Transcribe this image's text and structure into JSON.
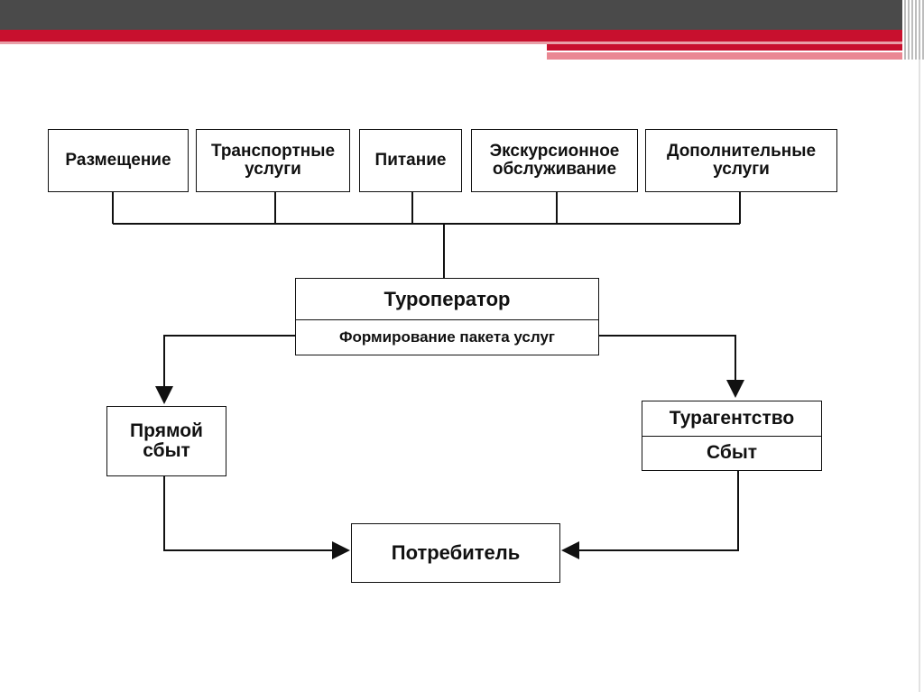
{
  "services": [
    {
      "label": "Размещение"
    },
    {
      "label": "Транспортные\nуслуги"
    },
    {
      "label": "Питание"
    },
    {
      "label": "Экскурсионное\nобслуживание"
    },
    {
      "label": "Дополнительные\nуслуги"
    }
  ],
  "tour_operator": {
    "title": "Туроператор",
    "subtitle": "Формирование пакета услуг"
  },
  "direct_sales": {
    "label": "Прямой\nсбыт"
  },
  "travel_agency": {
    "title": "Турагентство",
    "subtitle": "Сбыт"
  },
  "consumer": {
    "label": "Потребитель"
  },
  "colors": {
    "header_dark": "#4a4a4a",
    "header_red": "#c8102e",
    "line": "#111111"
  }
}
